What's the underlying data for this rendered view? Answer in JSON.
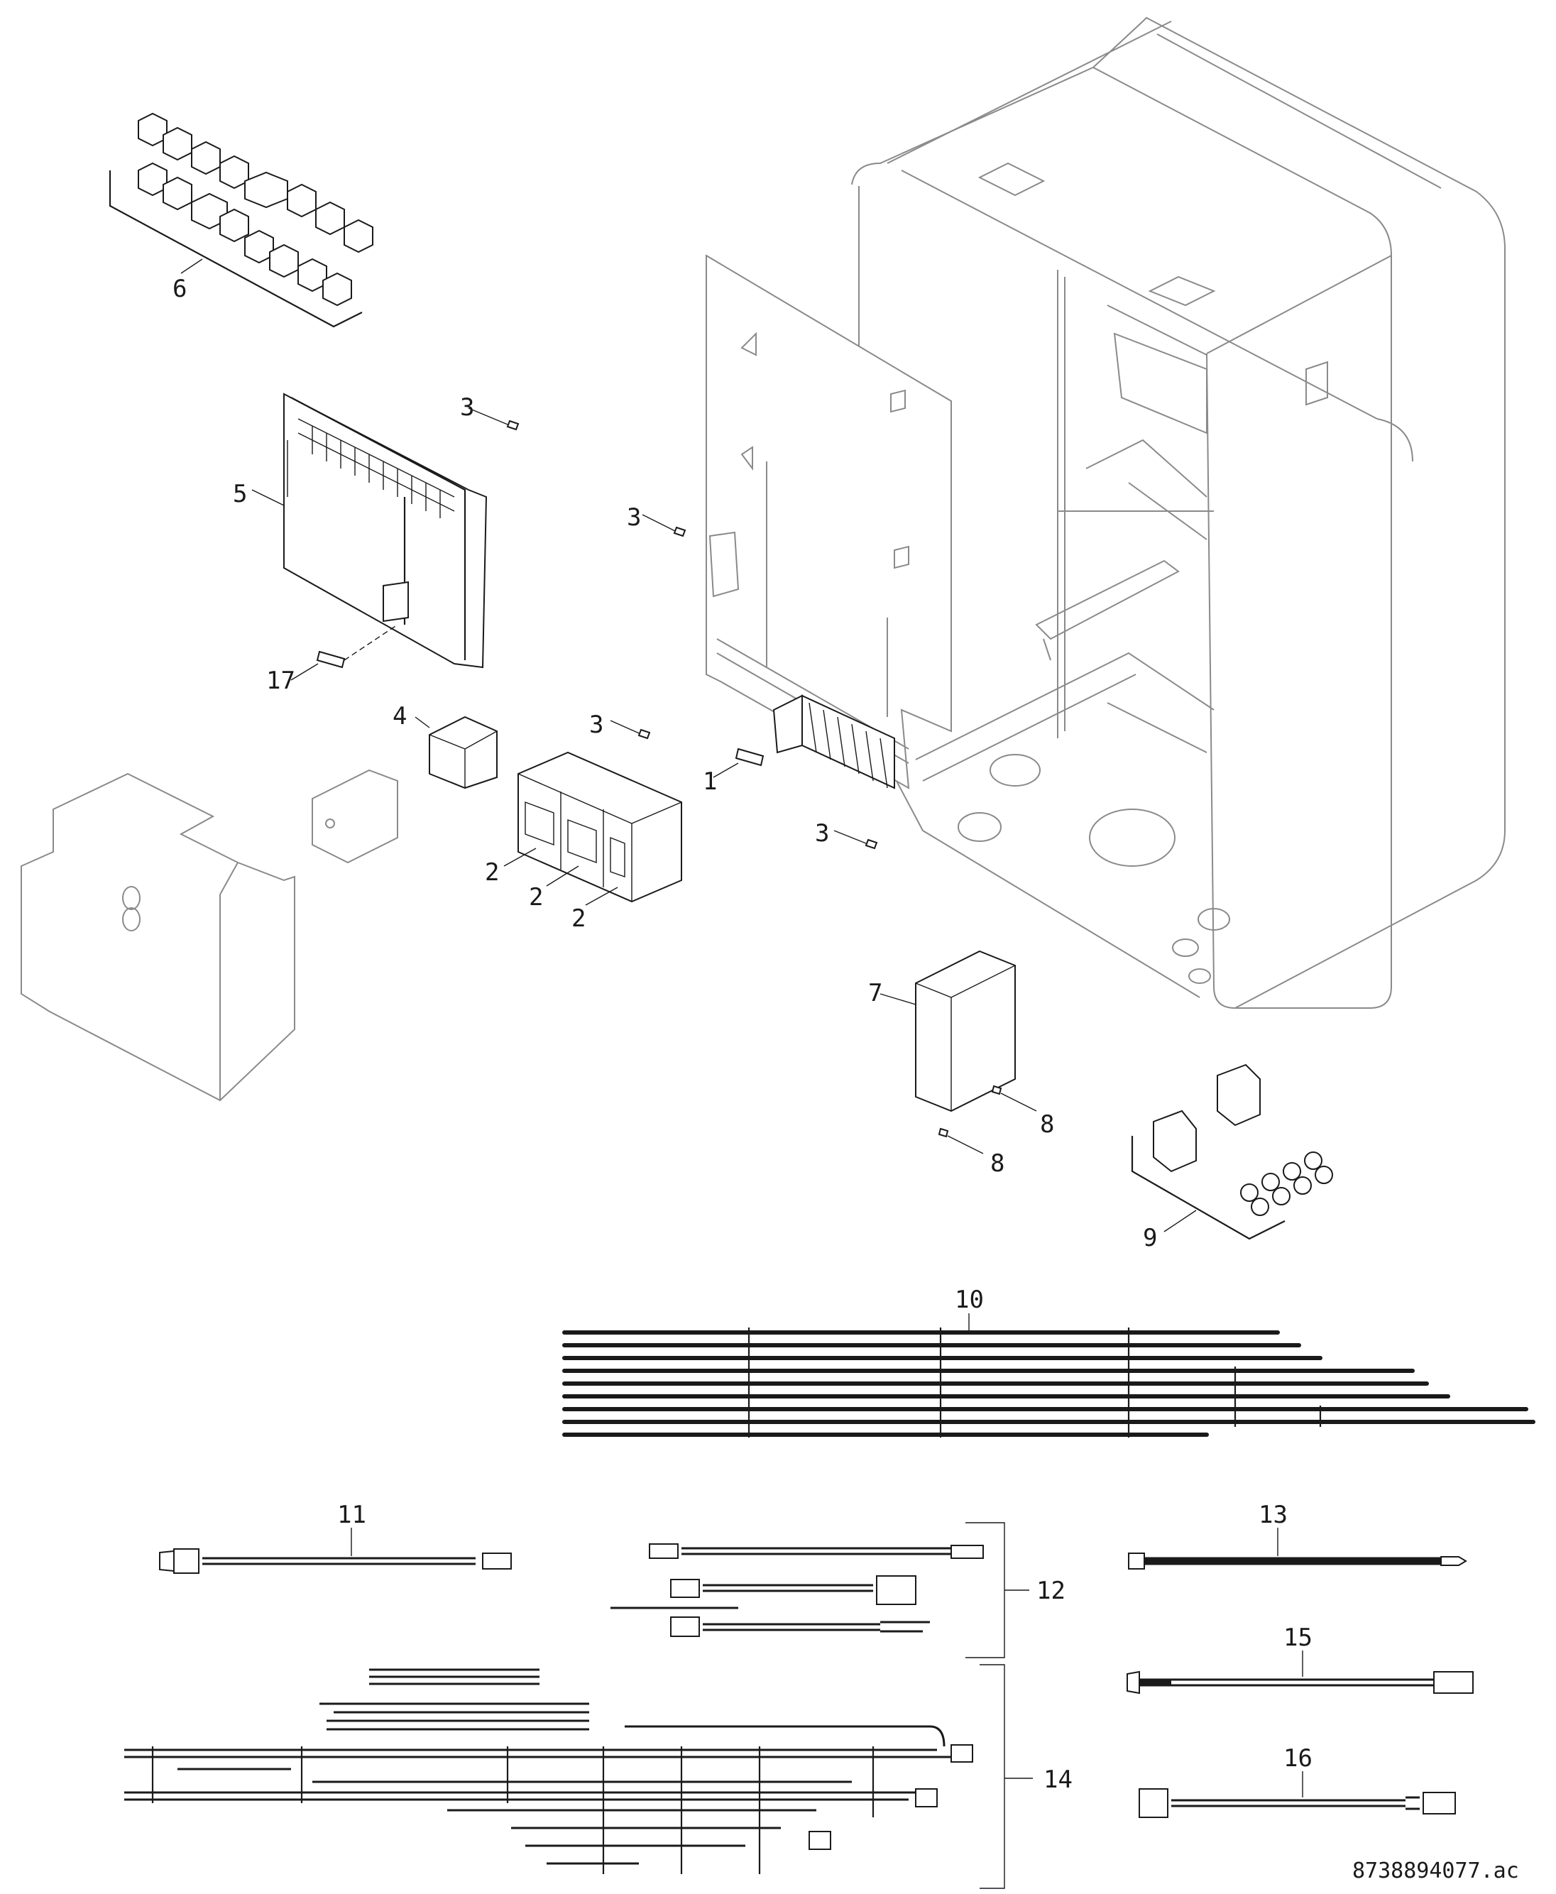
{
  "diagram": {
    "document_id": "8738894077.ac",
    "callouts": [
      {
        "id": "c1",
        "label": "1"
      },
      {
        "id": "c2a",
        "label": "2"
      },
      {
        "id": "c2b",
        "label": "2"
      },
      {
        "id": "c2c",
        "label": "2"
      },
      {
        "id": "c3a",
        "label": "3"
      },
      {
        "id": "c3b",
        "label": "3"
      },
      {
        "id": "c3c",
        "label": "3"
      },
      {
        "id": "c3d",
        "label": "3"
      },
      {
        "id": "c4",
        "label": "4"
      },
      {
        "id": "c5",
        "label": "5"
      },
      {
        "id": "c6",
        "label": "6"
      },
      {
        "id": "c7",
        "label": "7"
      },
      {
        "id": "c8a",
        "label": "8"
      },
      {
        "id": "c8b",
        "label": "8"
      },
      {
        "id": "c9",
        "label": "9"
      },
      {
        "id": "c10",
        "label": "10"
      },
      {
        "id": "c11",
        "label": "11"
      },
      {
        "id": "c12",
        "label": "12"
      },
      {
        "id": "c13",
        "label": "13"
      },
      {
        "id": "c14",
        "label": "14"
      },
      {
        "id": "c15",
        "label": "15"
      },
      {
        "id": "c16",
        "label": "16"
      },
      {
        "id": "c17",
        "label": "17"
      }
    ]
  }
}
